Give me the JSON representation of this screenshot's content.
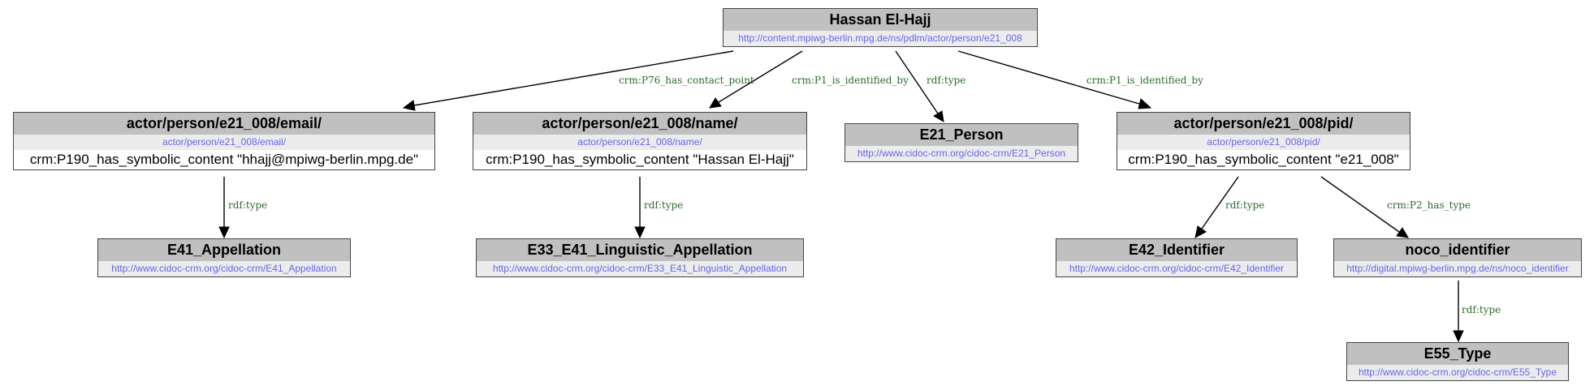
{
  "nodes": {
    "root": {
      "title": "Hassan El-Hajj",
      "uri": "http://content.mpiwg-berlin.mpg.de/ns/pdlm/actor/person/e21_008"
    },
    "email": {
      "title": "actor/person/e21_008/email/",
      "uri": "actor/person/e21_008/email/",
      "prop": "crm:P190_has_symbolic_content \"hhajj@mpiwg-berlin.mpg.de\""
    },
    "name": {
      "title": "actor/person/e21_008/name/",
      "uri": "actor/person/e21_008/name/",
      "prop": "crm:P190_has_symbolic_content \"Hassan El-Hajj\""
    },
    "e21": {
      "title": "E21_Person",
      "uri": "http://www.cidoc-crm.org/cidoc-crm/E21_Person"
    },
    "pid": {
      "title": "actor/person/e21_008/pid/",
      "uri": "actor/person/e21_008/pid/",
      "prop": "crm:P190_has_symbolic_content \"e21_008\""
    },
    "e41": {
      "title": "E41_Appellation",
      "uri": "http://www.cidoc-crm.org/cidoc-crm/E41_Appellation"
    },
    "e33": {
      "title": "E33_E41_Linguistic_Appellation",
      "uri": "http://www.cidoc-crm.org/cidoc-crm/E33_E41_Linguistic_Appellation"
    },
    "e42": {
      "title": "E42_Identifier",
      "uri": "http://www.cidoc-crm.org/cidoc-crm/E42_Identifier"
    },
    "noco": {
      "title": "noco_identifier",
      "uri": "http://digital.mpiwg-berlin.mpg.de/ns/noco_identifier"
    },
    "e55": {
      "title": "E55_Type",
      "uri": "http://www.cidoc-crm.org/cidoc-crm/E55_Type"
    }
  },
  "edges": {
    "root_email": "crm:P76_has_contact_point",
    "root_name": "crm:P1_is_identified_by",
    "root_e21": "rdf:type",
    "root_pid": "crm:P1_is_identified_by",
    "email_e41": "rdf:type",
    "name_e33": "rdf:type",
    "pid_e42": "rdf:type",
    "pid_noco": "crm:P2_has_type",
    "noco_e55": "rdf:type"
  }
}
